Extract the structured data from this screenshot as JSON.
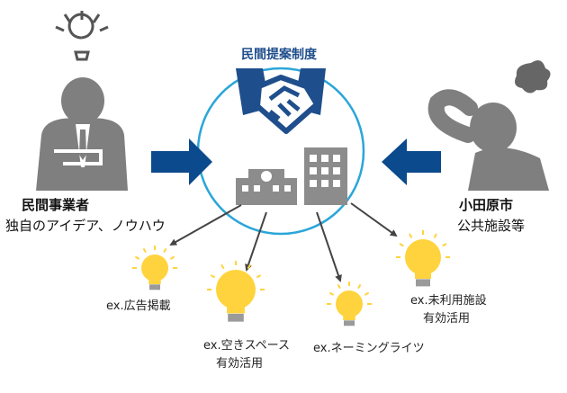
{
  "title": "民間提案制度",
  "left_party": {
    "name": "民間事業者",
    "desc": "独自のアイデア、ノウハウ"
  },
  "right_party": {
    "name": "小田原市",
    "desc": "公共施設等"
  },
  "examples": [
    {
      "lines": [
        "ex.広告掲載"
      ]
    },
    {
      "lines": [
        "ex.空きスペース",
        "有効活用"
      ]
    },
    {
      "lines": [
        "ex.ネーミングライツ"
      ]
    },
    {
      "lines": [
        "ex.未利用施設",
        "有効活用"
      ]
    }
  ],
  "colors": {
    "title": "#1f4e8c",
    "arrow_blue": "#0b4a8c",
    "circle": "#2aa6d9",
    "handshake": "#1f4e8c",
    "person": "#7f7f7f",
    "building": "#8c8c8c",
    "bulb": "#ffd33d",
    "bulb_base": "#9a9a9a"
  },
  "icons": [
    "lightbulb-idea-icon",
    "handshake-icon",
    "buildings-icon",
    "worried-person-icon",
    "businessman-icon"
  ]
}
